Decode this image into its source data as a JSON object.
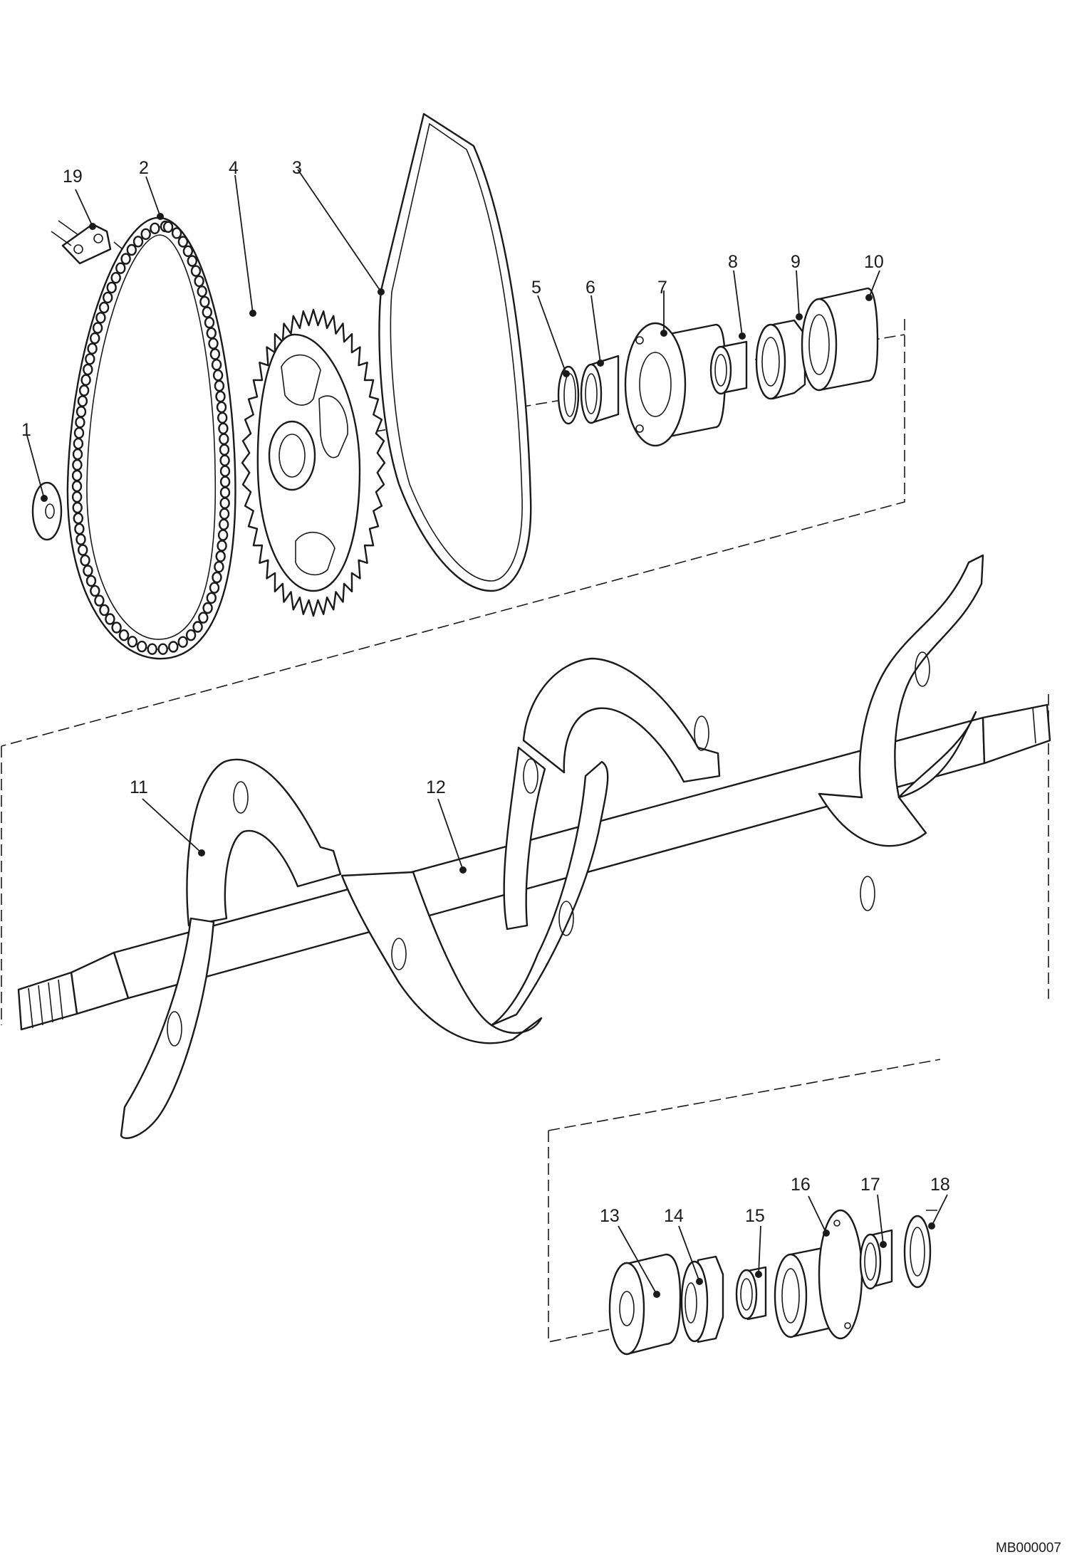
{
  "callouts": [
    {
      "id": "1",
      "label": "1"
    },
    {
      "id": "2",
      "label": "2"
    },
    {
      "id": "3",
      "label": "3"
    },
    {
      "id": "4",
      "label": "4"
    },
    {
      "id": "5",
      "label": "5"
    },
    {
      "id": "6",
      "label": "6"
    },
    {
      "id": "7",
      "label": "7"
    },
    {
      "id": "8",
      "label": "8"
    },
    {
      "id": "9",
      "label": "9"
    },
    {
      "id": "10",
      "label": "10"
    },
    {
      "id": "11",
      "label": "11"
    },
    {
      "id": "12",
      "label": "12"
    },
    {
      "id": "13",
      "label": "13"
    },
    {
      "id": "14",
      "label": "14"
    },
    {
      "id": "15",
      "label": "15"
    },
    {
      "id": "16",
      "label": "16"
    },
    {
      "id": "17",
      "label": "17"
    },
    {
      "id": "18",
      "label": "18"
    },
    {
      "id": "19",
      "label": "19"
    }
  ],
  "reference_code": "MB000007",
  "colors": {
    "line": "#1a1a1a",
    "background": "#ffffff"
  }
}
